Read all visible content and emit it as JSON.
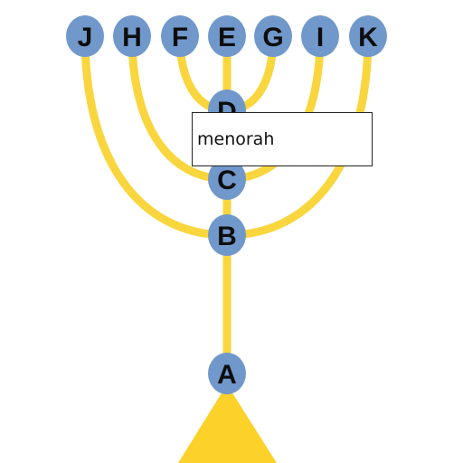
{
  "diagram": {
    "nodes": [
      {
        "id": "J",
        "label": "J"
      },
      {
        "id": "H",
        "label": "H"
      },
      {
        "id": "F",
        "label": "F"
      },
      {
        "id": "E",
        "label": "E"
      },
      {
        "id": "G",
        "label": "G"
      },
      {
        "id": "I",
        "label": "I"
      },
      {
        "id": "K",
        "label": "K"
      },
      {
        "id": "D",
        "label": "D"
      },
      {
        "id": "C",
        "label": "C"
      },
      {
        "id": "B",
        "label": "B"
      },
      {
        "id": "A",
        "label": "A"
      }
    ],
    "edges": [
      [
        "A",
        "B"
      ],
      [
        "B",
        "C"
      ],
      [
        "C",
        "D"
      ],
      [
        "D",
        "E"
      ],
      [
        "D",
        "F"
      ],
      [
        "D",
        "G"
      ],
      [
        "C",
        "H"
      ],
      [
        "C",
        "I"
      ],
      [
        "B",
        "J"
      ],
      [
        "B",
        "K"
      ]
    ]
  },
  "label_input": {
    "value": "menorah"
  },
  "colors": {
    "branch": "#f9d63e",
    "base": "#fcd12a",
    "node_fill": "#7198cb",
    "node_text": "#0d0d0d"
  }
}
